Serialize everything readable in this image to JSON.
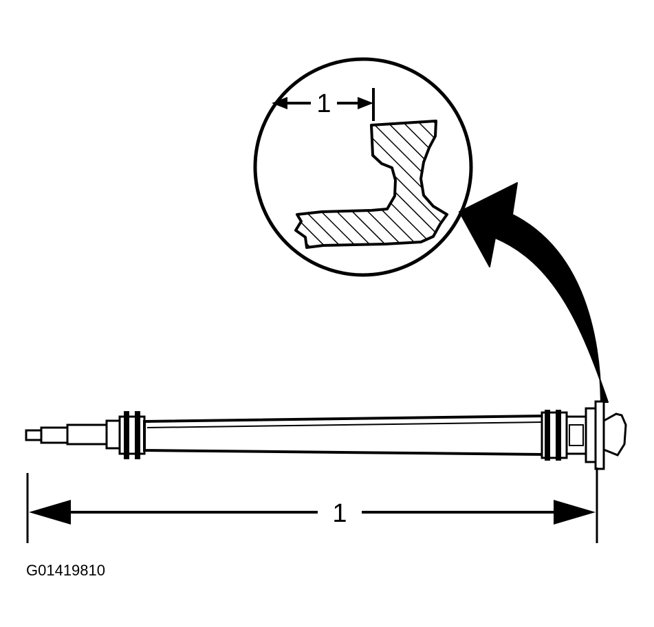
{
  "labels": {
    "detail_dimension": "1",
    "overall_dimension": "1",
    "figure_code": "G01419810"
  },
  "colors": {
    "ink": "#000000",
    "paper": "#ffffff"
  }
}
